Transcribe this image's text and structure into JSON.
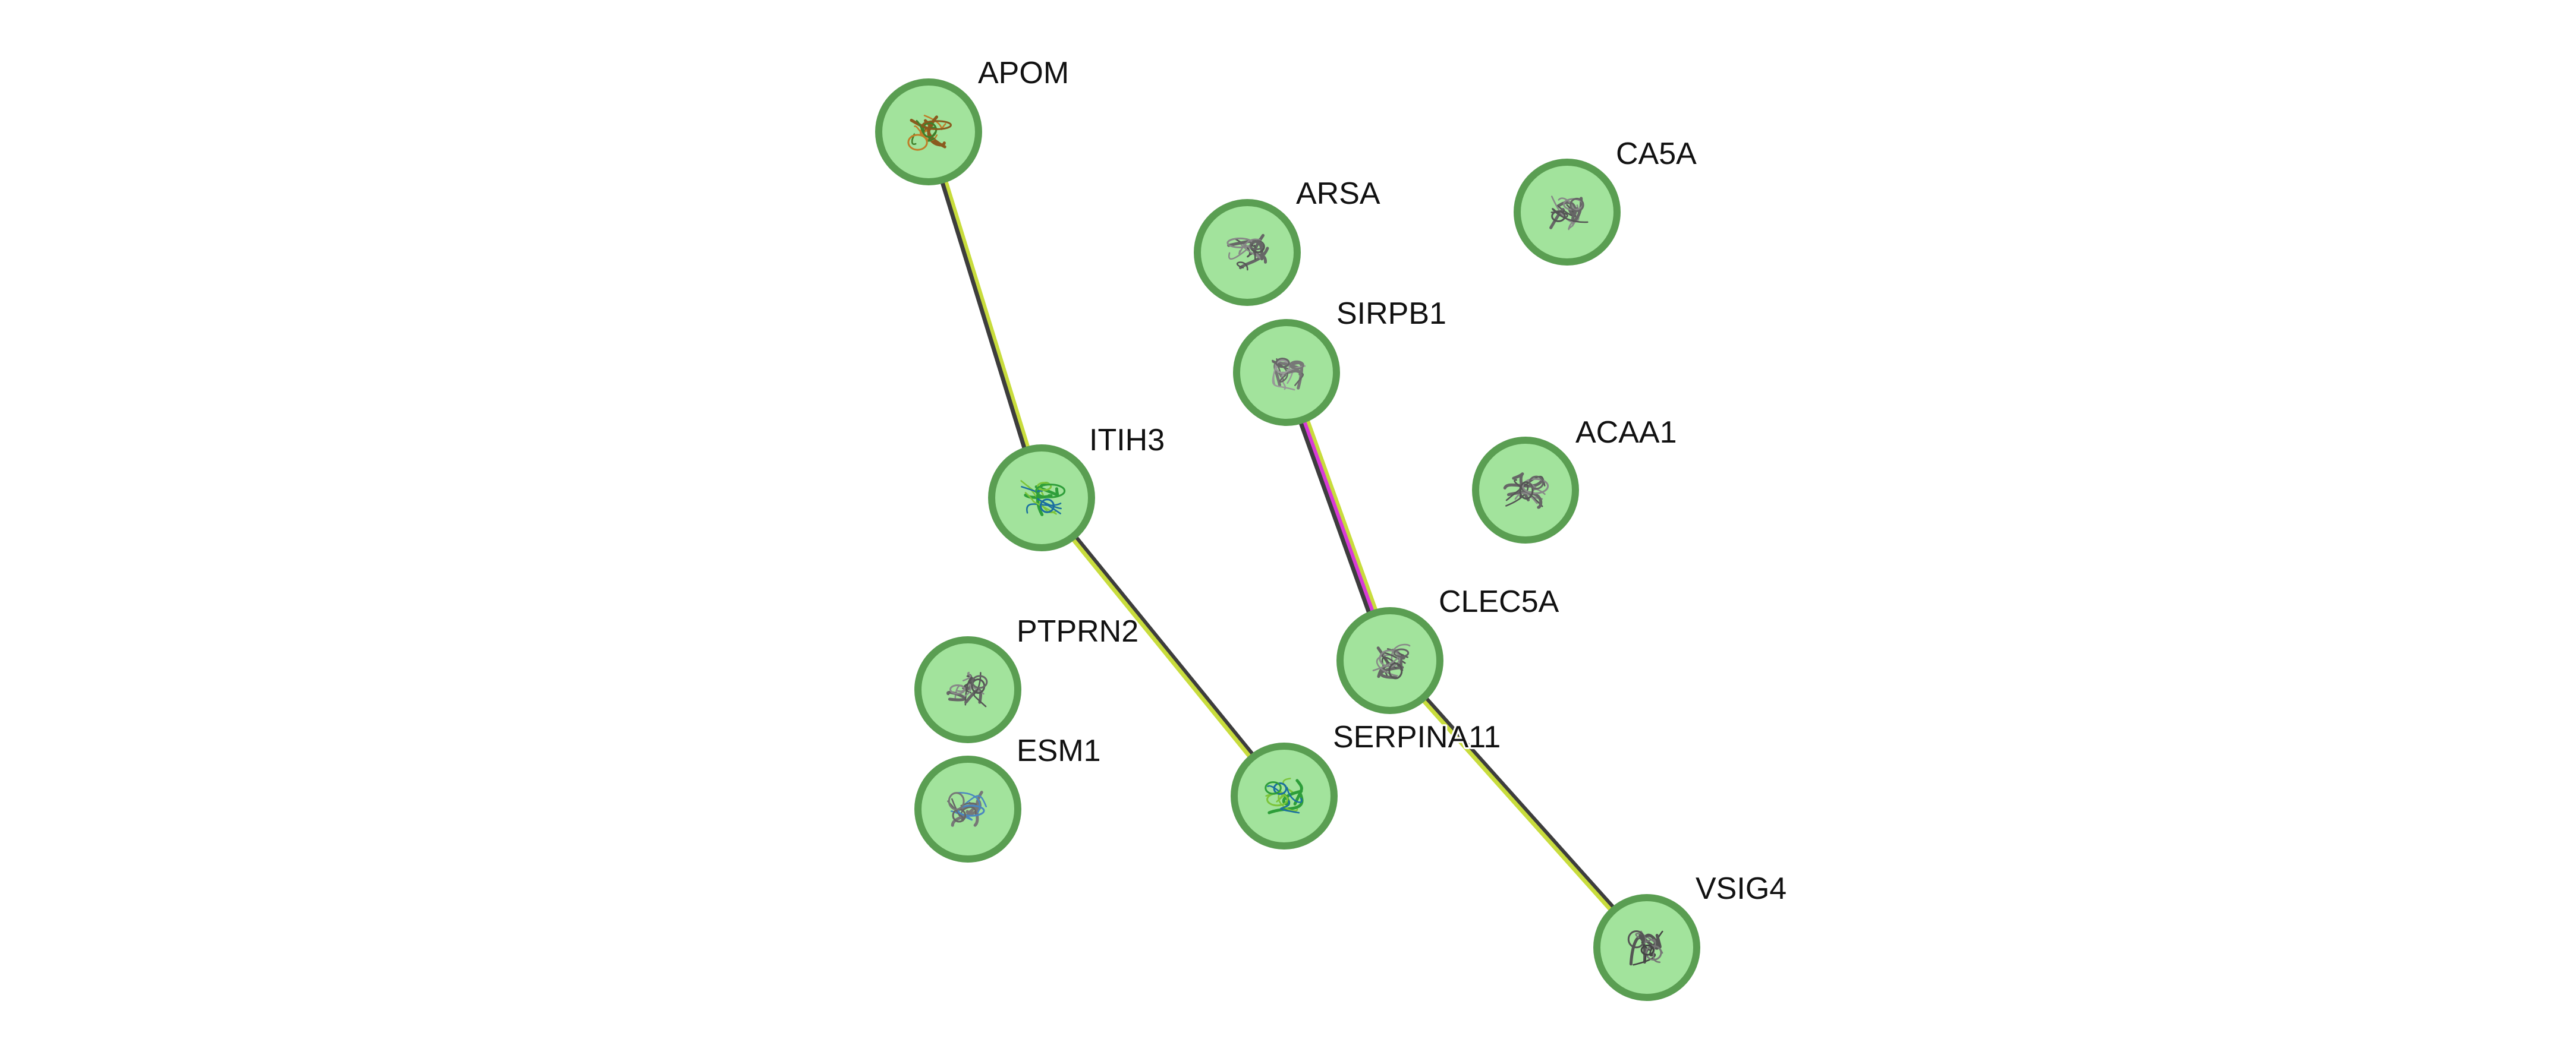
{
  "network": {
    "nodes": [
      {
        "id": "APOM",
        "label": "APOM",
        "icon": "protein-structure-icon",
        "structure_colors": [
          "#8a5a1e",
          "#c07d28",
          "#3f7f2a"
        ]
      },
      {
        "id": "ITIH3",
        "label": "ITIH3",
        "icon": "protein-structure-icon",
        "structure_colors": [
          "#2e9e3a",
          "#7cc43a",
          "#1a6fa0"
        ]
      },
      {
        "id": "ARSA",
        "label": "ARSA",
        "icon": "protein-structure-icon",
        "structure_colors": [
          "#666666",
          "#888888",
          "#555555"
        ]
      },
      {
        "id": "CA5A",
        "label": "CA5A",
        "icon": "protein-structure-icon",
        "structure_colors": [
          "#666666",
          "#888888",
          "#555555"
        ]
      },
      {
        "id": "SIRPB1",
        "label": "SIRPB1",
        "icon": "protein-structure-icon",
        "structure_colors": [
          "#777777",
          "#999999",
          "#666666"
        ]
      },
      {
        "id": "ACAA1",
        "label": "ACAA1",
        "icon": "protein-structure-icon",
        "structure_colors": [
          "#666666",
          "#888888",
          "#555555"
        ]
      },
      {
        "id": "CLEC5A",
        "label": "CLEC5A",
        "icon": "protein-structure-icon",
        "structure_colors": [
          "#666666",
          "#888888",
          "#555555"
        ]
      },
      {
        "id": "PTPRN2",
        "label": "PTPRN2",
        "icon": "protein-structure-icon",
        "structure_colors": [
          "#666666",
          "#888888",
          "#555555"
        ]
      },
      {
        "id": "ESM1",
        "label": "ESM1",
        "icon": "protein-structure-icon",
        "structure_colors": [
          "#777777",
          "#4a86c0",
          "#666666"
        ]
      },
      {
        "id": "SERPINA11",
        "label": "SERPINA11",
        "icon": "protein-structure-icon",
        "structure_colors": [
          "#2e9e3a",
          "#7cc43a",
          "#1a6fa0"
        ]
      },
      {
        "id": "VSIG4",
        "label": "VSIG4",
        "icon": "protein-structure-icon",
        "structure_colors": [
          "#555555",
          "#777777",
          "#444444"
        ]
      }
    ],
    "edges": [
      {
        "source": "APOM",
        "target": "ITIH3",
        "evidence_colors": [
          "#c8dc3c",
          "#3d3d3d"
        ]
      },
      {
        "source": "ITIH3",
        "target": "SERPINA11",
        "evidence_colors": [
          "#3d3d3d",
          "#c8dc3c"
        ]
      },
      {
        "source": "SIRPB1",
        "target": "CLEC5A",
        "evidence_colors": [
          "#c8dc3c",
          "#d83ad8",
          "#3d3d3d"
        ]
      },
      {
        "source": "CLEC5A",
        "target": "VSIG4",
        "evidence_colors": [
          "#3d3d3d",
          "#c8dc3c"
        ]
      }
    ],
    "node_fill_color": "#a2e39c",
    "node_border_color": "#5a9e52"
  }
}
